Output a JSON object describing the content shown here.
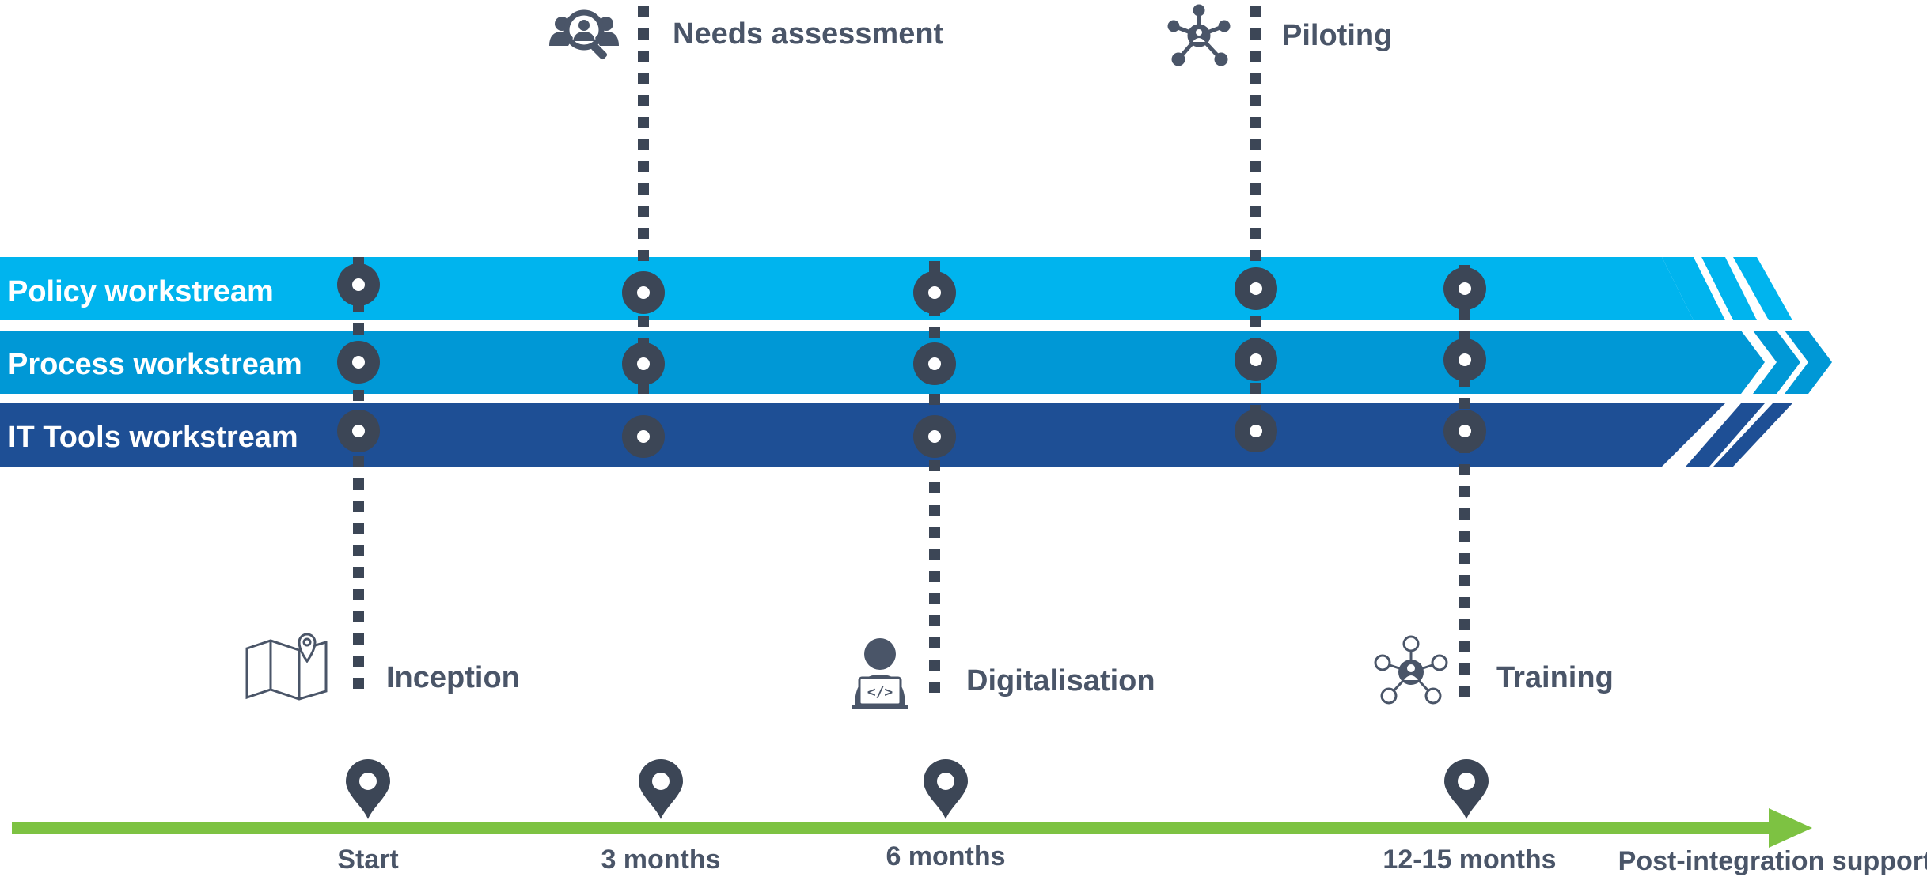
{
  "workstreams": [
    {
      "label": "Policy workstream",
      "color": "#00b4ee"
    },
    {
      "label": "Process workstream",
      "color": "#0098d6"
    },
    {
      "label": "IT Tools workstream",
      "color": "#1e4f95"
    }
  ],
  "phases": {
    "needs_assessment": {
      "label": "Needs assessment",
      "icon": "user-search-icon"
    },
    "piloting": {
      "label": "Piloting",
      "icon": "network-hub-icon"
    },
    "inception": {
      "label": "Inception",
      "icon": "map-pin-icon"
    },
    "digitalisation": {
      "label": "Digitalisation",
      "icon": "developer-laptop-icon"
    },
    "training": {
      "label": "Training",
      "icon": "people-network-icon"
    }
  },
  "timeline": {
    "milestones": [
      "Start",
      "3 months",
      "6 months",
      "12-15 months"
    ],
    "end_label": "Post-integration support",
    "arrow_color": "#7dc242"
  },
  "colors": {
    "slate": "#4a5568",
    "line_dark": "#3c4656"
  }
}
